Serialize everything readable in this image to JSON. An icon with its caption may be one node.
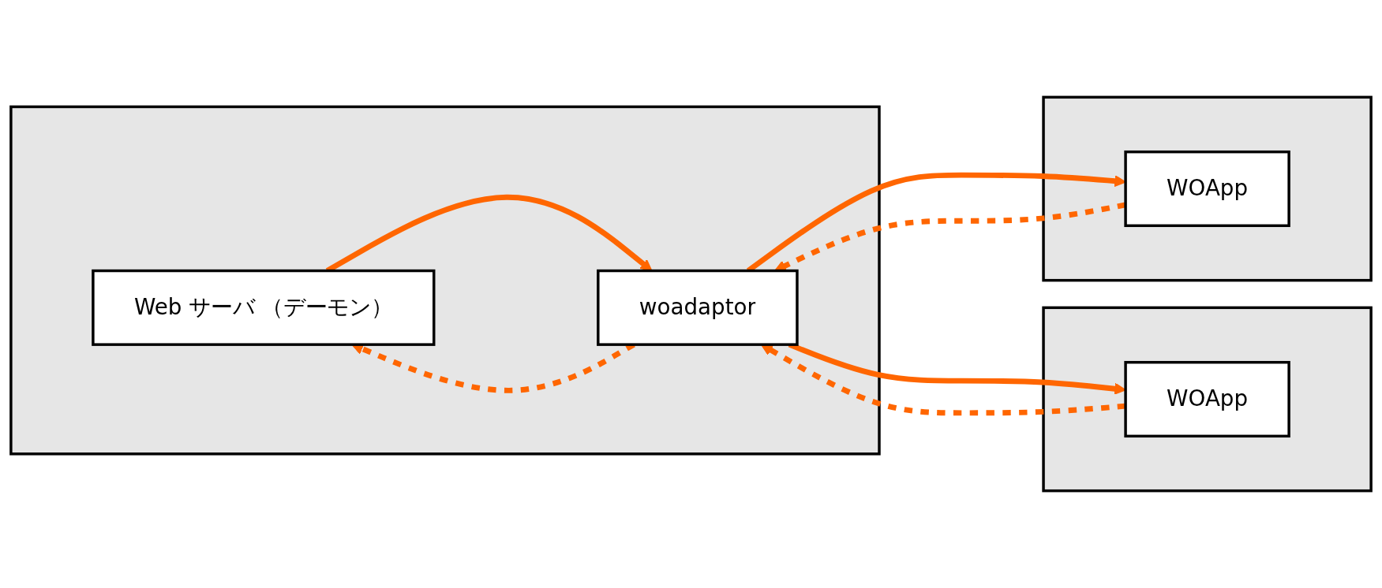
{
  "diagram": {
    "nodes": [
      {
        "text": [],
        "shape": "box"
      },
      {
        "text": [
          "Web サーバ （デーモン）"
        ],
        "in": 0
      },
      {
        "text": [
          "woadaptor"
        ],
        "in": 0
      },
      {
        "text": [],
        "shape": "box"
      },
      {
        "text": [
          "WOApp"
        ],
        "in": 3
      },
      {
        "text": [],
        "shape": "box"
      },
      {
        "text": [
          "WOApp"
        ],
        "in": 5
      }
    ],
    "edges": [
      {
        "from": 1,
        "to": 2,
        "arrow": "to"
      },
      {
        "from": 2,
        "to": 4,
        "arrow": "to"
      },
      {
        "from": 2,
        "to": 6,
        "arrow": "to"
      },
      {
        "from": 4,
        "to": 2,
        "arrow": "to",
        "style": "dashed"
      },
      {
        "from": 6,
        "to": 2,
        "arrow": "to",
        "style": "dashed"
      },
      {
        "from": 2,
        "to": 1,
        "arrow": "to",
        "style": "dashed"
      }
    ]
  }
}
